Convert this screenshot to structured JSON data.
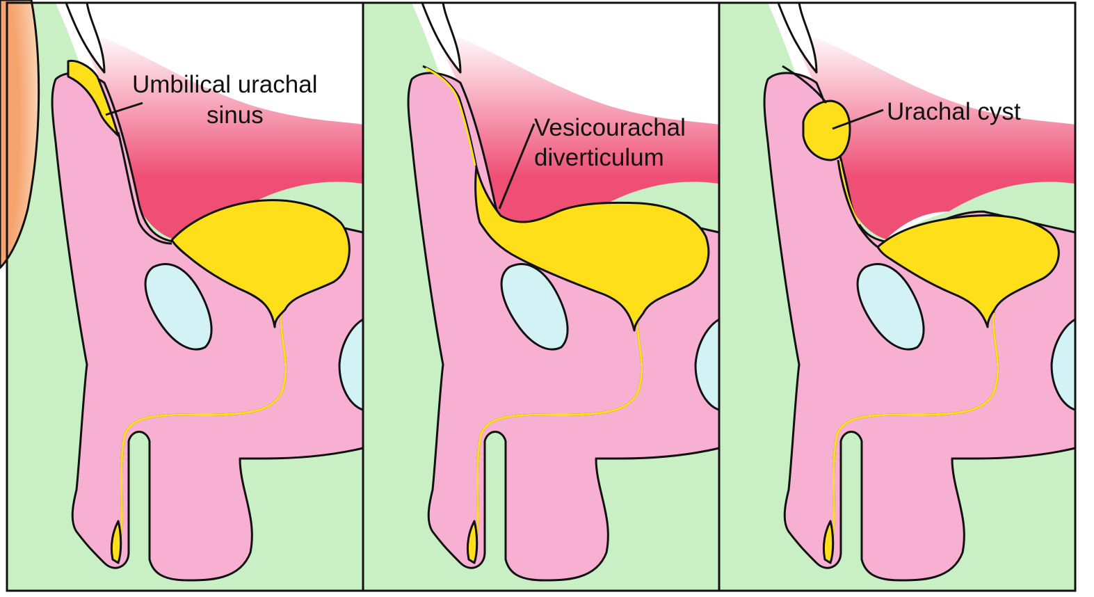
{
  "colors": {
    "background_tissue": "#c8f0c4",
    "pink_tissue": "#f7b0d2",
    "urine_yellow": "#ffde1a",
    "bladder_wall_red": "#ef4f75",
    "skin_orange": "#f5a46e",
    "bone_blue": "#d2f2f6",
    "abdomen_white": "#ffffff",
    "outline": "#111111"
  },
  "panels": [
    {
      "id": "umbilical-urachal-sinus",
      "label_lines": [
        "Umbilical urachal",
        "sinus"
      ]
    },
    {
      "id": "vesicourachal-diverticulum",
      "label_lines": [
        "Vesicourachal",
        "diverticulum"
      ]
    },
    {
      "id": "urachal-cyst",
      "label_lines": [
        "Urachal cyst"
      ]
    }
  ]
}
